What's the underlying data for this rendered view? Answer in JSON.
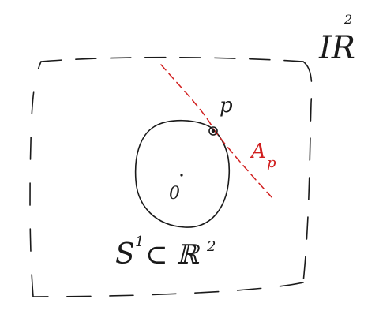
{
  "diagram": {
    "space_label": "IR",
    "space_superscript": "2",
    "point_label": "p",
    "line_label": "A",
    "line_label_subscript": "p",
    "origin_label": "0",
    "circle_label_main": "S",
    "circle_label_sup1": "1",
    "circle_label_subset": "⊂ ℝ",
    "circle_label_sup2": "2",
    "colors": {
      "ink": "#1a1a1a",
      "accent": "#d11f1f",
      "background": "#ffffff"
    }
  }
}
